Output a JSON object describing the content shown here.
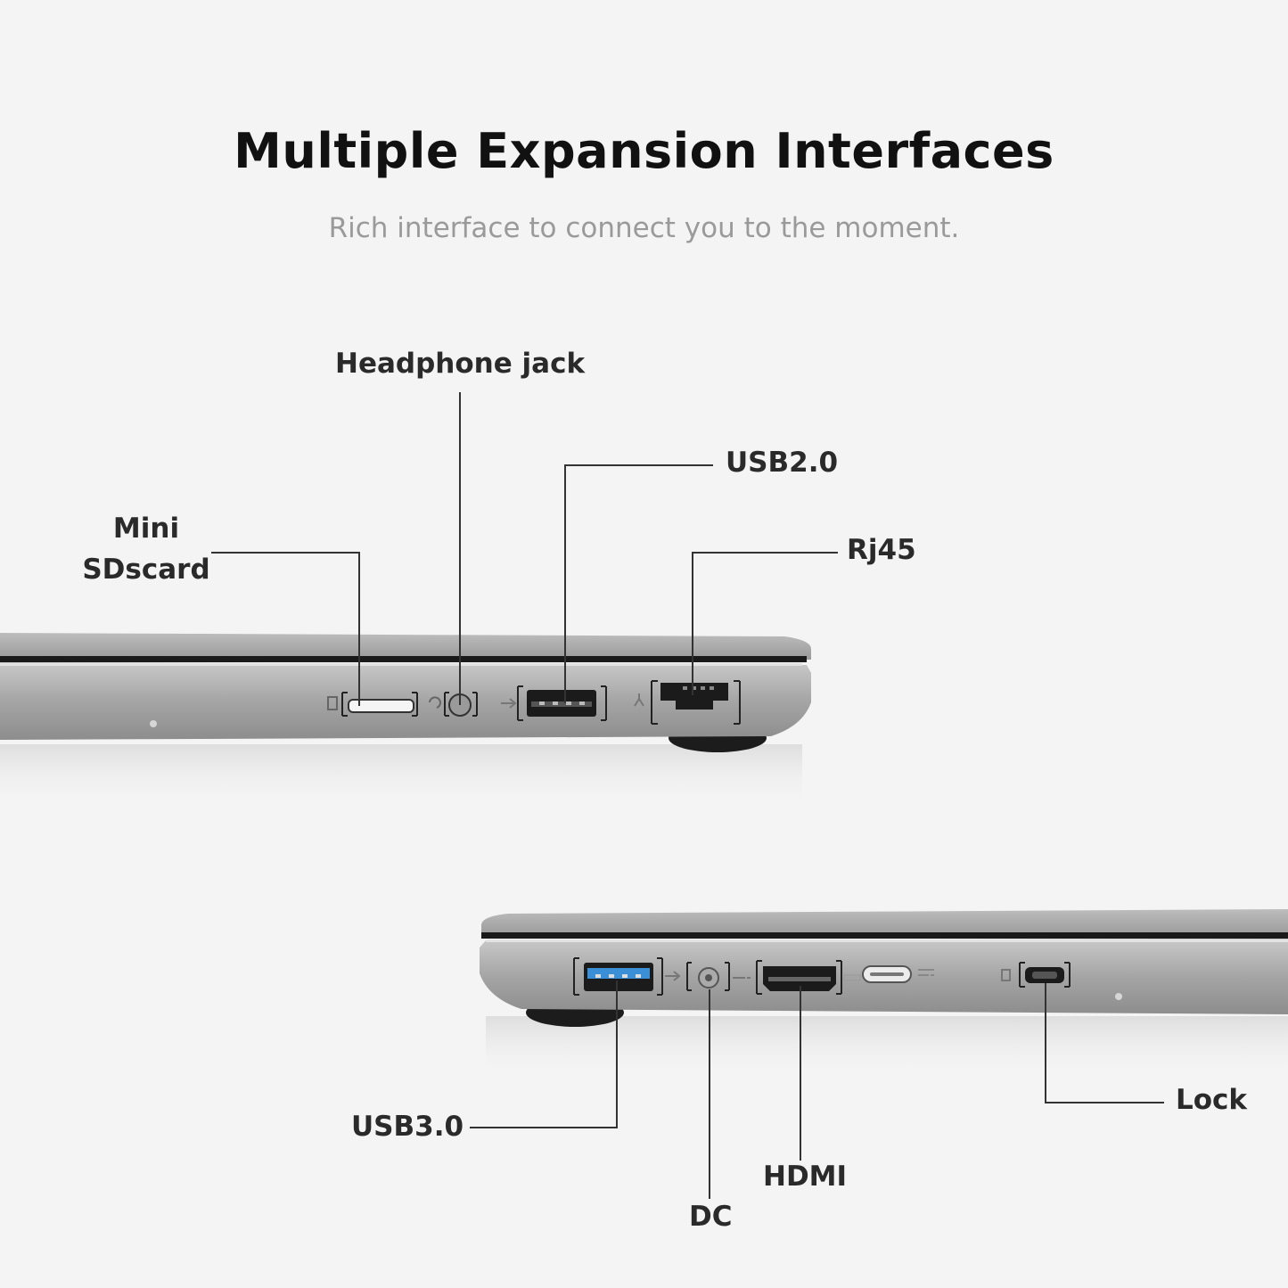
{
  "header": {
    "title": "Multiple Expansion Interfaces",
    "subtitle": "Rich interface to connect you to the moment."
  },
  "left_side_ports": {
    "sd_card_line1": "Mini",
    "sd_card_line2": "SDscard",
    "headphone": "Headphone jack",
    "usb2": "USB2.0",
    "rj45": "Rj45"
  },
  "right_side_ports": {
    "usb3": "USB3.0",
    "dc": "DC",
    "hdmi": "HDMI",
    "lock": "Lock"
  },
  "colors": {
    "background": "#f4f4f4",
    "laptop_body": "#9e9e9e",
    "usb3_accent": "#3a8fd6",
    "text": "#2a2a2a"
  }
}
